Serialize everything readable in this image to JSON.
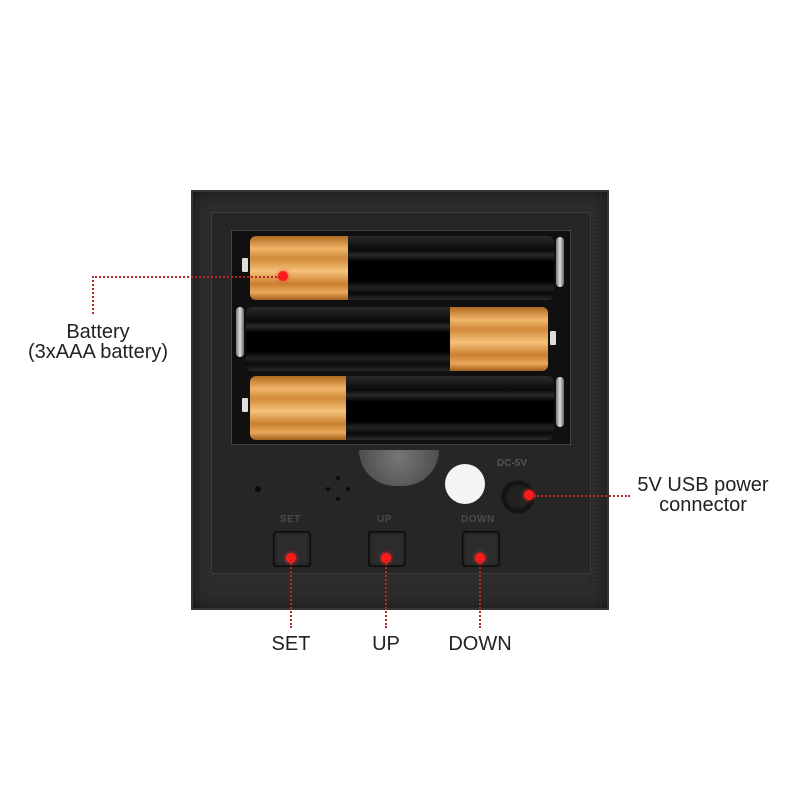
{
  "callouts": {
    "battery": {
      "line1": "Battery",
      "line2": "(3xAAA battery)"
    },
    "usb": {
      "line1": "5V USB power",
      "line2": "connector"
    },
    "set": "SET",
    "up": "UP",
    "down": "DOWN"
  },
  "device": {
    "button_labels": {
      "set": "SET",
      "up": "UP",
      "down": "DOWN"
    },
    "jack_label": "DC-5V",
    "battery_count": 3
  },
  "colors": {
    "leader_line": "#b8262c",
    "marker": "#ff1a1a",
    "battery_cap": "#e09a48",
    "device_body": "#2b2b2b"
  }
}
